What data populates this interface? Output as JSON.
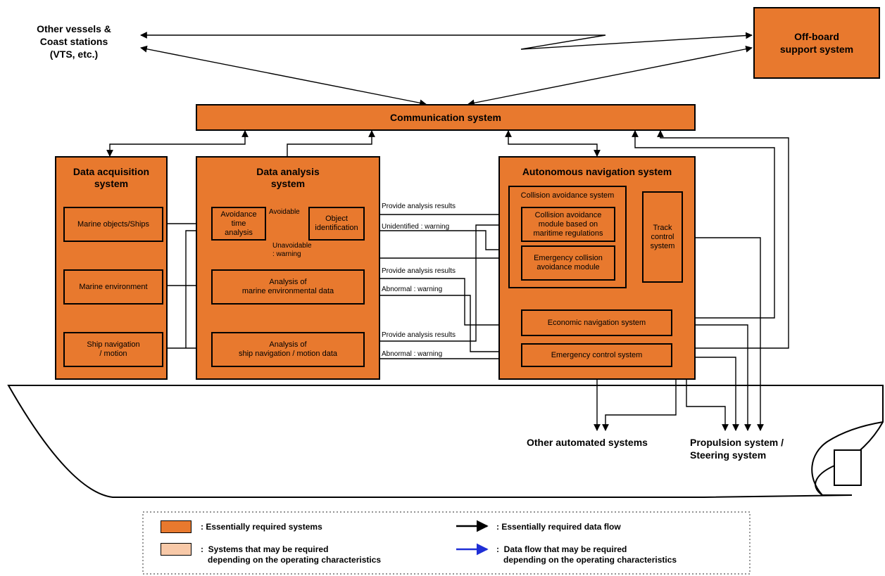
{
  "external": {
    "other_vessels": "Other vessels &\nCoast stations\n(VTS, etc.)",
    "offboard": "Off-board\nsupport system",
    "communication": "Communication system",
    "other_automated": "Other automated systems",
    "propulsion": "Propulsion system /\nSteering system"
  },
  "data_acquisition": {
    "title": "Data acquisition\nsystem",
    "marine_objects": "Marine objects/Ships",
    "marine_environment": "Marine environment",
    "ship_navigation": "Ship navigation\n/ motion"
  },
  "data_analysis": {
    "title": "Data analysis\nsystem",
    "avoidance_time": "Avoidance\ntime\nanalysis",
    "object_identification": "Object\nidentification",
    "env_analysis": "Analysis of\nmarine environmental data",
    "nav_analysis": "Analysis of\nship navigation / motion data"
  },
  "autonomous_navigation": {
    "title": "Autonomous navigation system",
    "collision_system_title": "Collision avoidance system",
    "collision_module": "Collision avoidance\nmodule based on\nmaritime regulations",
    "emergency_collision": "Emergency collision\navoidance module",
    "track_control": "Track\ncontrol\nsystem",
    "economic_navigation": "Economic navigation system",
    "emergency_control": "Emergency control system"
  },
  "flow_labels": {
    "avoidable": "Avoidable",
    "unavoidable": "Unavoidable\n: warning",
    "provide_results_1": "Provide analysis results",
    "unidentified": "Unidentified : warning",
    "provide_results_2": "Provide analysis results",
    "abnormal_1": "Abnormal : warning",
    "provide_results_3": "Provide analysis results",
    "abnormal_2": "Abnormal : warning"
  },
  "legend": {
    "required_systems": ":  Essentially required systems",
    "optional_systems": ":  Systems that may be required\n   depending on the operating characteristics",
    "required_flow": ":  Essentially required data flow",
    "optional_flow": ":  Data flow that may be required\n   depending on the operating characteristics",
    "required_color": "#e8792e",
    "optional_color": "#f8c9a8",
    "required_arrow_color": "#000000",
    "optional_arrow_color": "#1f2fd6"
  },
  "colors": {
    "system_fill": "#e8792e",
    "line": "#000000"
  }
}
